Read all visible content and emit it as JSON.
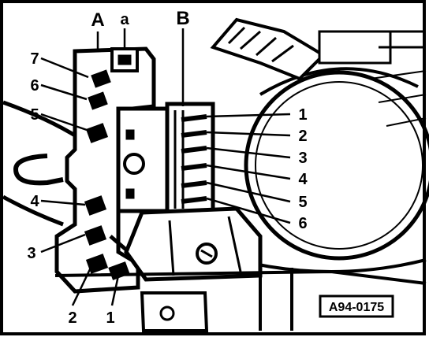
{
  "connector_a": {
    "letter": "A",
    "sublabel": "a",
    "pins": [
      "7",
      "6",
      "5",
      "4",
      "3",
      "2",
      "1"
    ]
  },
  "connector_b": {
    "letter": "B",
    "pins": [
      "1",
      "2",
      "3",
      "4",
      "5",
      "6"
    ]
  },
  "figure_tag": "A94-0175",
  "colors": {
    "ink": "#000000",
    "paper": "#ffffff"
  }
}
